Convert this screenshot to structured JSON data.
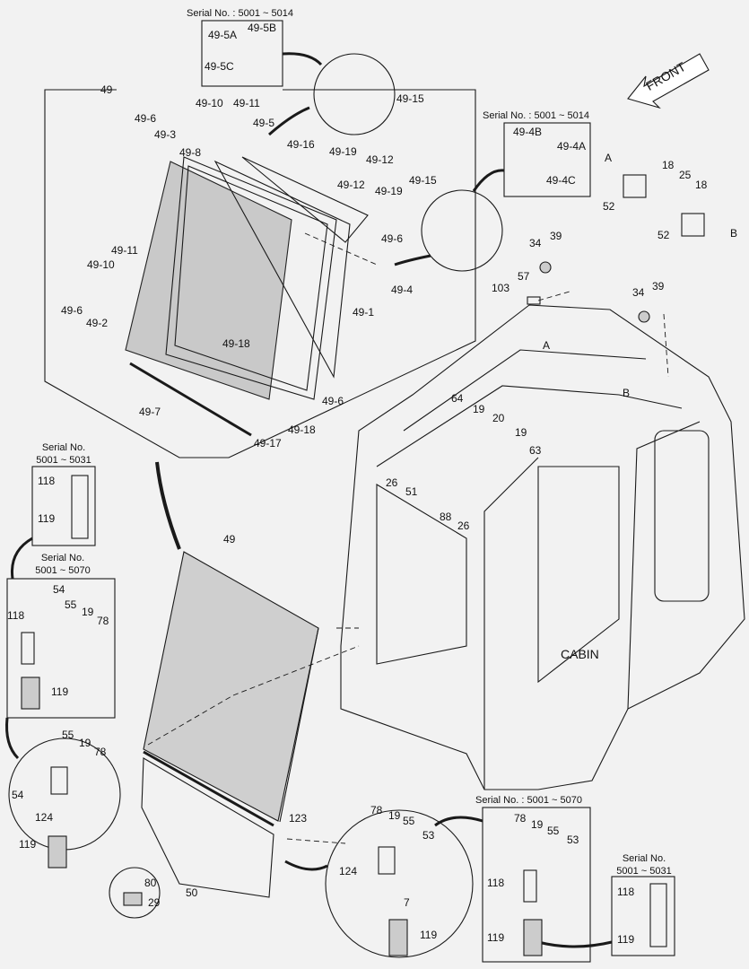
{
  "serials": {
    "s5014a": "Serial No. : 5001 ~ 5014",
    "s5014b": "Serial No. : 5001 ~ 5014",
    "s5031_top_l1": "Serial No.",
    "s5031_top_l2": "5001 ~ 5031",
    "s5070_left_l1": "Serial No.",
    "s5070_left_l2": "5001 ~ 5070",
    "s5070_right": "Serial No. : 5001 ~ 5070",
    "s5031_bot_l1": "Serial No.",
    "s5031_bot_l2": "5001 ~ 5031"
  },
  "front": "FRONT",
  "cabin": "CABIN",
  "callouts": {
    "c_49_5a": "49-5A",
    "c_49_5b": "49-5B",
    "c_49_5c": "49-5C",
    "c_49_top": "49",
    "c_49_6a": "49-6",
    "c_49_10a": "49-10",
    "c_49_11a": "49-11",
    "c_49_3": "49-3",
    "c_49_5": "49-5",
    "c_49_8": "49-8",
    "c_49_16": "49-16",
    "c_49_15a": "49-15",
    "c_49_19a": "49-19",
    "c_49_12a": "49-12",
    "c_49_4b": "49-4B",
    "c_49_4a": "49-4A",
    "c_49_4c": "49-4C",
    "c_49_12b": "49-12",
    "c_49_19b": "49-19",
    "c_49_15b": "49-15",
    "c_49_6b": "49-6",
    "c_49_4": "49-4",
    "c_49_11b": "49-11",
    "c_49_10b": "49-10",
    "c_49_6c": "49-6",
    "c_49_2": "49-2",
    "c_49_1": "49-1",
    "c_49_18a": "49-18",
    "c_49_7": "49-7",
    "c_49_6d": "49-6",
    "c_49_18b": "49-18",
    "c_49_17": "49-17",
    "c_A1": "A",
    "c_18a": "18",
    "c_25": "25",
    "c_18b": "18",
    "c_52a": "52",
    "c_52b": "52",
    "c_B1": "B",
    "c_34a": "34",
    "c_39a": "39",
    "c_57": "57",
    "c_103": "103",
    "c_34b": "34",
    "c_39b": "39",
    "c_A2": "A",
    "c_B2": "B",
    "c_64": "64",
    "c_19a": "19",
    "c_20": "20",
    "c_19b": "19",
    "c_63": "63",
    "c_26a": "26",
    "c_51": "51",
    "c_88": "88",
    "c_26b": "26",
    "c_118a": "118",
    "c_119a": "119",
    "c_54a": "54",
    "c_55a": "55",
    "c_19c": "19",
    "c_78a": "78",
    "c_118b": "118",
    "c_119b": "119",
    "c_49_mid": "49",
    "c_55b": "55",
    "c_19d": "19",
    "c_78b": "78",
    "c_54b": "54",
    "c_124a": "124",
    "c_119c": "119",
    "c_123": "123",
    "c_50": "50",
    "c_80": "80",
    "c_29": "29",
    "c_78c": "78",
    "c_19e": "19",
    "c_55c": "55",
    "c_53a": "53",
    "c_124b": "124",
    "c_7": "7",
    "c_119d": "119",
    "c_78d": "78",
    "c_19f": "19",
    "c_55d": "55",
    "c_53b": "53",
    "c_118c": "118",
    "c_119e": "119",
    "c_118d": "118",
    "c_119f": "119"
  }
}
